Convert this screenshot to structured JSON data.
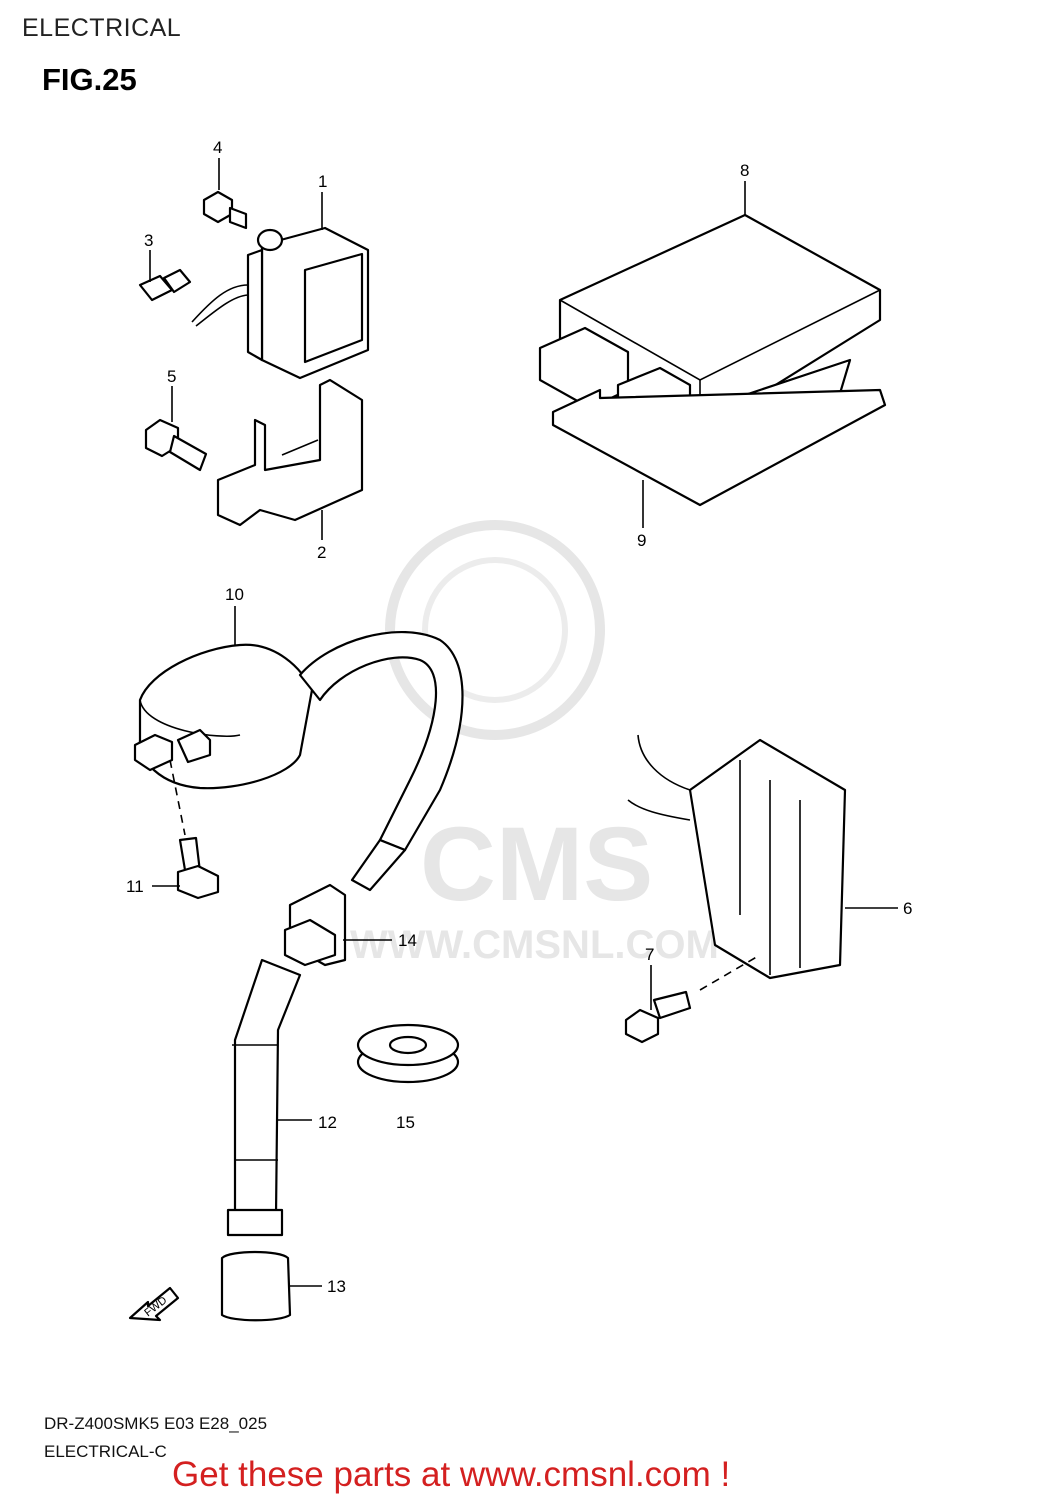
{
  "header": {
    "section": "ELECTRICAL",
    "figure": "FIG.25"
  },
  "watermark": {
    "brand": "CMS",
    "url": "WWW.CMSNL.COM"
  },
  "callouts": [
    "1",
    "2",
    "3",
    "4",
    "5",
    "6",
    "7",
    "8",
    "9",
    "10",
    "11",
    "12",
    "13",
    "14",
    "15"
  ],
  "fwd_label": "FWD",
  "footer": {
    "model": "DR-Z400SMK5 E03 E28_025",
    "group": "ELECTRICAL-C",
    "promo": "Get these parts at www.cmsnl.com !"
  }
}
